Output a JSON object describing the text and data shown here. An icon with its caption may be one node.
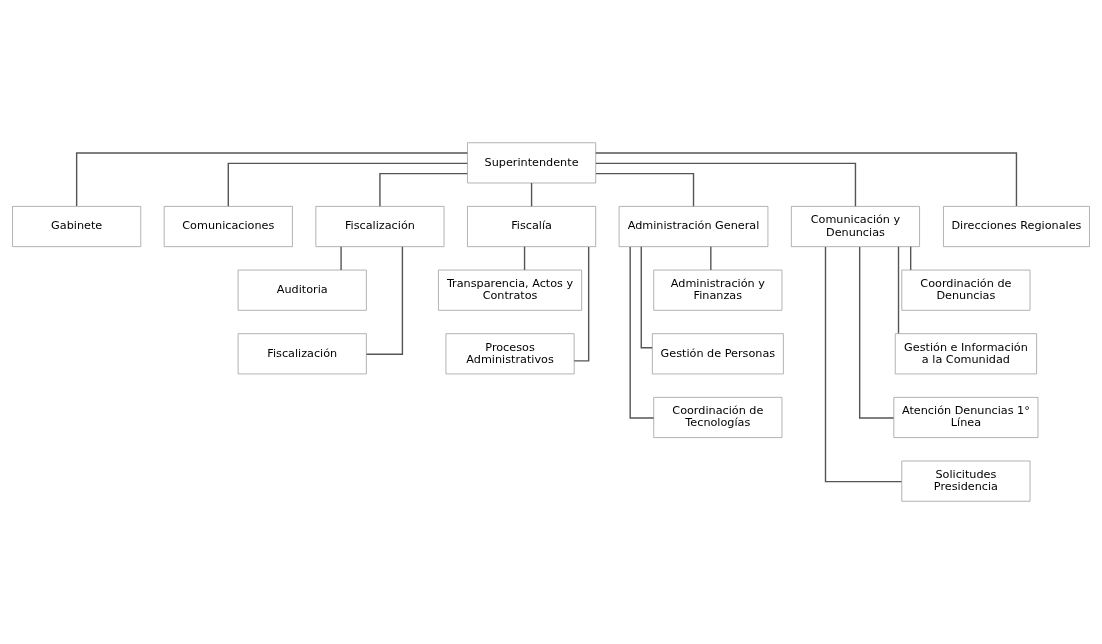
{
  "diagram": {
    "nodes": [
      {
        "text": [
          "Superintendente"
        ]
      },
      {
        "text": [
          "Gabinete"
        ]
      },
      {
        "text": [
          "Comunicaciones"
        ]
      },
      {
        "text": [
          "Fiscalización"
        ]
      },
      {
        "text": [
          "Fiscalía"
        ]
      },
      {
        "text": [
          "Administración General"
        ]
      },
      {
        "text": [
          "Comunicación y Denuncias"
        ]
      },
      {
        "text": [
          "Direcciones Regionales"
        ]
      },
      {
        "text": [
          "Auditoria"
        ]
      },
      {
        "text": [
          "Fiscalización"
        ]
      },
      {
        "text": [
          "Transparencia, Actos y Contratos"
        ]
      },
      {
        "text": [
          "Procesos Administrativos"
        ]
      },
      {
        "text": [
          "Administración y Finanzas"
        ]
      },
      {
        "text": [
          "Gestión de Personas"
        ]
      },
      {
        "text": [
          "Coordinación de Tecnologías"
        ]
      },
      {
        "text": [
          "Coordinación de Denuncias"
        ]
      },
      {
        "text": [
          "Gestión e Información a la Comunidad"
        ]
      },
      {
        "text": [
          "Atención Denuncias 1° Línea"
        ]
      },
      {
        "text": [
          "Solicitudes Presidencia"
        ]
      }
    ],
    "edges": [
      {
        "from": 0,
        "to": 1,
        "arrow": "none"
      },
      {
        "from": 0,
        "to": 2,
        "arrow": "none"
      },
      {
        "from": 0,
        "to": 3,
        "arrow": "none"
      },
      {
        "from": 0,
        "to": 4,
        "arrow": "none"
      },
      {
        "from": 0,
        "to": 5,
        "arrow": "none"
      },
      {
        "from": 0,
        "to": 6,
        "arrow": "none"
      },
      {
        "from": 0,
        "to": 7,
        "arrow": "none"
      },
      {
        "from": 3,
        "to": 8,
        "arrow": "none"
      },
      {
        "from": 3,
        "to": 9,
        "arrow": "none"
      },
      {
        "from": 4,
        "to": 10,
        "arrow": "none"
      },
      {
        "from": 4,
        "to": 11,
        "arrow": "none"
      },
      {
        "from": 5,
        "to": 12,
        "arrow": "none"
      },
      {
        "from": 5,
        "to": 13,
        "arrow": "none"
      },
      {
        "from": 5,
        "to": 14,
        "arrow": "none"
      },
      {
        "from": 6,
        "to": 15,
        "arrow": "none"
      },
      {
        "from": 6,
        "to": 16,
        "arrow": "none"
      },
      {
        "from": 6,
        "to": 17,
        "arrow": "none"
      },
      {
        "from": 6,
        "to": 18,
        "arrow": "none"
      }
    ]
  }
}
